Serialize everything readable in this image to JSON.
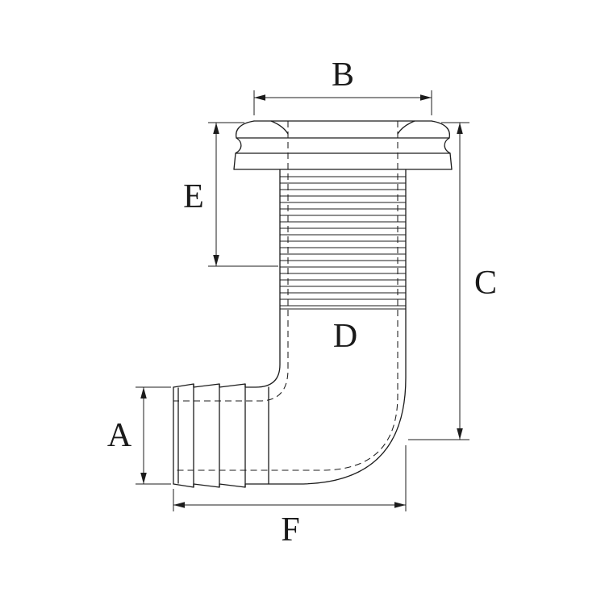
{
  "drawing": {
    "background_color": "#ffffff",
    "line_color": "#1c1c1c",
    "dimension_labels": {
      "a": "A",
      "b": "B",
      "c": "C",
      "d": "D",
      "e": "E",
      "f": "F"
    }
  }
}
